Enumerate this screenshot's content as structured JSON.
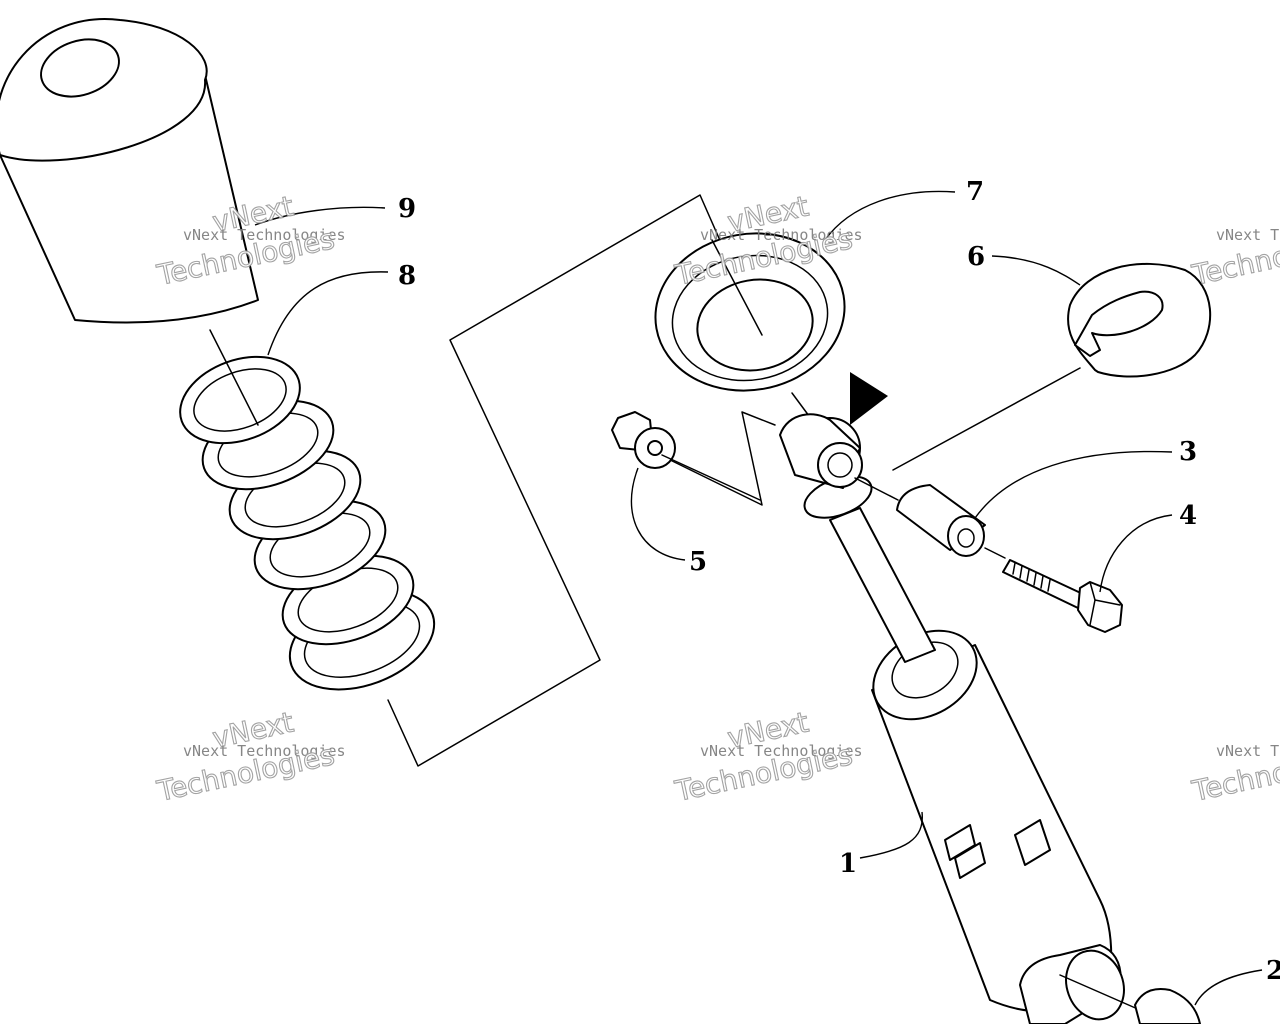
{
  "diagram": {
    "callouts": [
      {
        "id": "1",
        "label": "1"
      },
      {
        "id": "2",
        "label": "2"
      },
      {
        "id": "3",
        "label": "3"
      },
      {
        "id": "4",
        "label": "4"
      },
      {
        "id": "5",
        "label": "5"
      },
      {
        "id": "6",
        "label": "6"
      },
      {
        "id": "7",
        "label": "7"
      },
      {
        "id": "8",
        "label": "8"
      },
      {
        "id": "9",
        "label": "9"
      }
    ],
    "watermark": {
      "line1": "vNext Technologies",
      "line2": "vNext",
      "line3": "Technologies"
    }
  }
}
